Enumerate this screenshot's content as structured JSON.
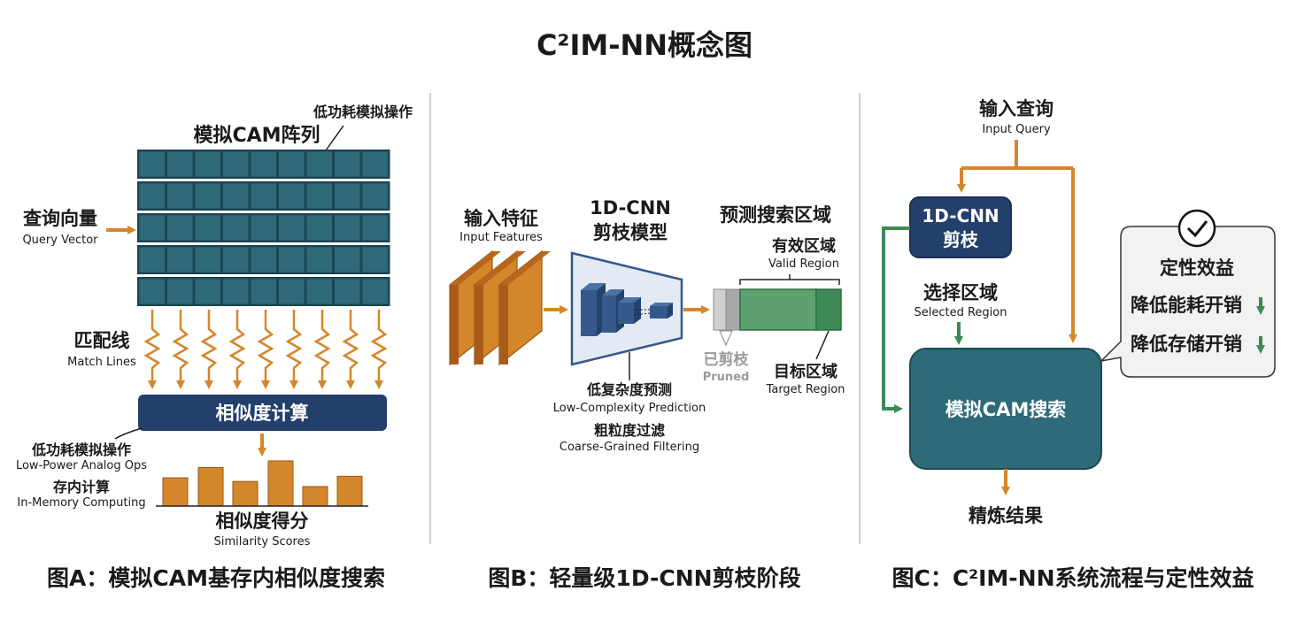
{
  "title": "C²IM-NN概念图",
  "colors": {
    "teal": "#2e6a78",
    "navy": "#233f6b",
    "orange": "#d4862b",
    "orange_dark": "#b8661d",
    "green": "#3d8a57",
    "green_light": "#5fa06f",
    "blue_cube": "#34598a",
    "funnel_fill": "#e3eaf3",
    "grey": "#9a9a9a"
  },
  "panel_a": {
    "cam_label": "模拟CAM阵列",
    "low_power_top": "低功耗模拟操作",
    "query_zh": "查询向量",
    "query_en": "Query Vector",
    "match_zh": "匹配线",
    "match_en": "Match Lines",
    "similarity_box": "相似度计算",
    "lowpower_zh": "低功耗模拟操作",
    "lowpower_en": "Low-Power Analog Ops",
    "inmem_zh": "存内计算",
    "inmem_en": "In-Memory Computing",
    "scores_zh": "相似度得分",
    "scores_en": "Similarity Scores",
    "caption": "图A：模拟CAM基存内相似度搜索",
    "score_bars": [
      0.55,
      0.75,
      0.48,
      0.88,
      0.38,
      0.58
    ]
  },
  "panel_b": {
    "input_zh": "输入特征",
    "input_en": "Input Features",
    "model_line1": "1D-CNN",
    "model_line2": "剪枝模型",
    "predict_zh": "预测搜索区域",
    "valid_zh": "有效区域",
    "valid_en": "Valid Region",
    "pruned_zh": "已剪枝",
    "pruned_en": "Pruned",
    "target_zh": "目标区域",
    "target_en": "Target Region",
    "lowcomp_zh": "低复杂度预测",
    "lowcomp_en": "Low-Complexity Prediction",
    "coarse_zh": "粗粒度过滤",
    "coarse_en": "Coarse-Grained Filtering",
    "caption": "图B：轻量级1D-CNN剪枝阶段"
  },
  "panel_c": {
    "input_zh": "输入查询",
    "input_en": "Input Query",
    "cnn_line1": "1D-CNN",
    "cnn_line2": "剪枝",
    "select_zh": "选择区域",
    "select_en": "Selected Region",
    "cam_search": "模拟CAM搜索",
    "result": "精炼结果",
    "benefit_title": "定性效益",
    "benefit_1": "降低能耗开销",
    "benefit_2": "降低存储开销",
    "caption": "图C：C²IM-NN系统流程与定性效益"
  }
}
